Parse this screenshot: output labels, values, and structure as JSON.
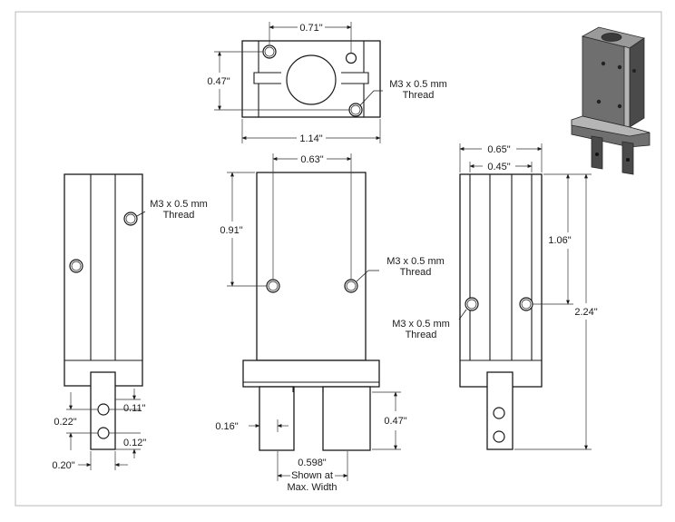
{
  "top_view": {
    "width_label": "0.71\"",
    "height_label": "0.47\"",
    "overall_label": "1.14\"",
    "thread_line1": "M3 x 0.5 mm",
    "thread_line2": "Thread"
  },
  "left_view": {
    "thread_line1": "M3 x 0.5 mm",
    "thread_line2": "Thread",
    "dim_022": "0.22\"",
    "dim_011": "0.11\"",
    "dim_012": "0.12\"",
    "dim_020": "0.20\""
  },
  "front_view": {
    "dim_063": "0.63\"",
    "dim_091": "0.91\"",
    "thread_line1": "M3 x 0.5 mm",
    "thread_line2": "Thread",
    "dim_016": "0.16\"",
    "dim_047": "0.47\"",
    "dim_0598": "0.598\"",
    "note_line1": "Shown at",
    "note_line2": "Max. Width"
  },
  "right_view": {
    "dim_065": "0.65\"",
    "dim_045": "0.45\"",
    "dim_106": "1.06\"",
    "dim_224": "2.24\"",
    "thread_line1": "M3 x 0.5 mm",
    "thread_line2": "Thread"
  },
  "colors": {
    "frame": "#b8b8b8",
    "line": "#1a1a1a",
    "iso_top": "#9a9a9a",
    "iso_front": "#6f6f6f",
    "iso_side": "#4a4a4a"
  }
}
